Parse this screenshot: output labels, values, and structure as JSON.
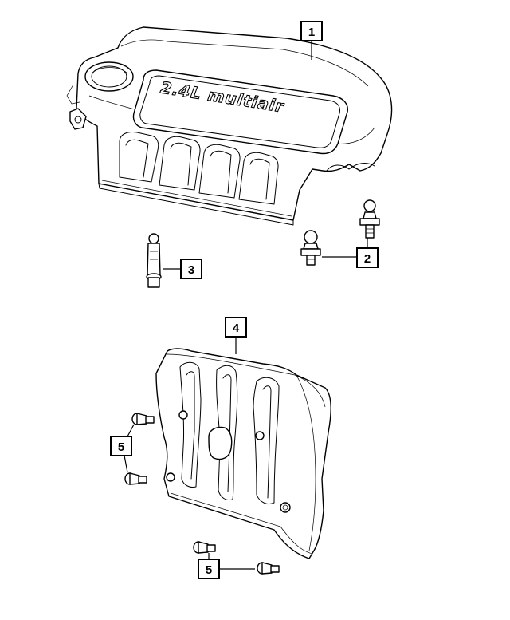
{
  "diagram": {
    "engine_badge": "2.4L multiair",
    "callouts": [
      {
        "id": "1",
        "label": "1"
      },
      {
        "id": "2",
        "label": "2"
      },
      {
        "id": "3",
        "label": "3"
      },
      {
        "id": "4",
        "label": "4"
      },
      {
        "id": "5a",
        "label": "5"
      },
      {
        "id": "5b",
        "label": "5"
      }
    ],
    "colors": {
      "line": "#000000",
      "fill": "#ffffff"
    }
  }
}
